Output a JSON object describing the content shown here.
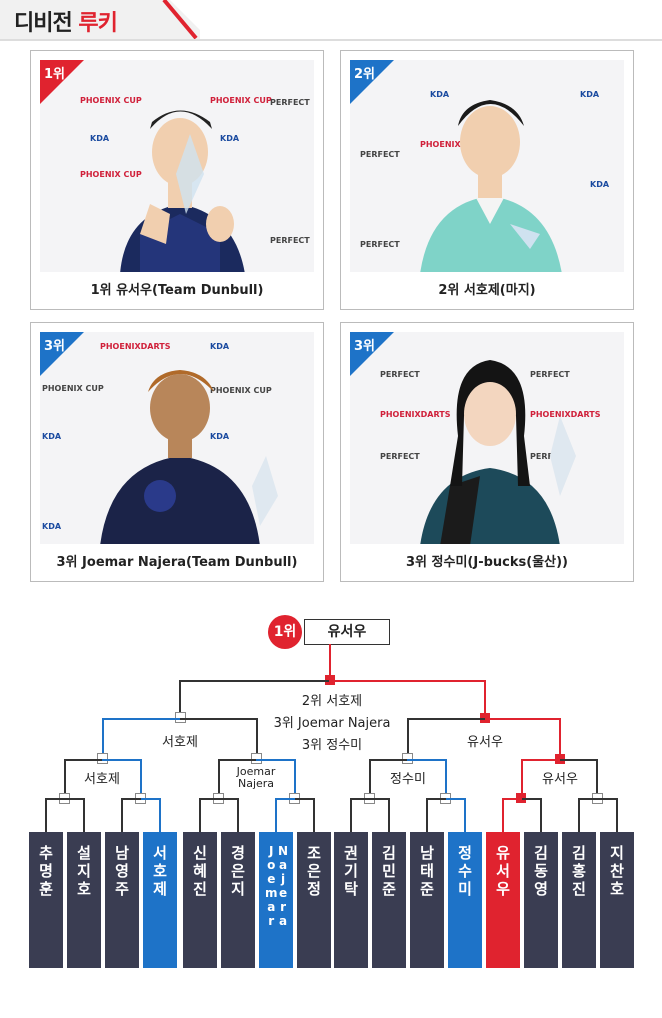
{
  "header": {
    "title_a": "디비전 ",
    "title_b": "루키"
  },
  "cards": [
    {
      "rank": "1위",
      "caption": "1위 유서우(Team Dunbull)"
    },
    {
      "rank": "2위",
      "caption": "2위 서호제(마지)"
    },
    {
      "rank": "3위",
      "caption": "3위 Joemar Najera(Team Dunbull)"
    },
    {
      "rank": "3위",
      "caption": "3위 정수미(J-bucks(울산))"
    }
  ],
  "photo_logos": {
    "kda": "KDA",
    "phoenix": "PHOENIX CUP",
    "perfect": "PERFECT",
    "phoenixdarts": "PHOENIXDARTS"
  },
  "bracket": {
    "champion_rank": "1위",
    "champion_name": "유서우",
    "final_lines": [
      "2위 서호제",
      "3위 Joemar Najera",
      "3위 정수미"
    ],
    "semi_left": "서호제",
    "semi_right": "유서우",
    "qf": [
      "서호제",
      "Joemar\nNajera",
      "정수미",
      "유서우"
    ],
    "players": [
      [
        "추",
        "명",
        "훈"
      ],
      [
        "설",
        "지",
        "호"
      ],
      [
        "남",
        "영",
        "주"
      ],
      [
        "서",
        "호",
        "제"
      ],
      [
        "신",
        "혜",
        "진"
      ],
      [
        "경",
        "은",
        "지"
      ],
      [
        "J\no\ne\nm\na\nr",
        "N\na\nj\ne\nr\na"
      ],
      [
        "조",
        "은",
        "정"
      ],
      [
        "권",
        "기",
        "탁"
      ],
      [
        "김",
        "민",
        "준"
      ],
      [
        "남",
        "태",
        "준"
      ],
      [
        "정",
        "수",
        "미"
      ],
      [
        "유",
        "서",
        "우"
      ],
      [
        "김",
        "동",
        "영"
      ],
      [
        "김",
        "홍",
        "진"
      ],
      [
        "지",
        "찬",
        "호"
      ]
    ]
  }
}
